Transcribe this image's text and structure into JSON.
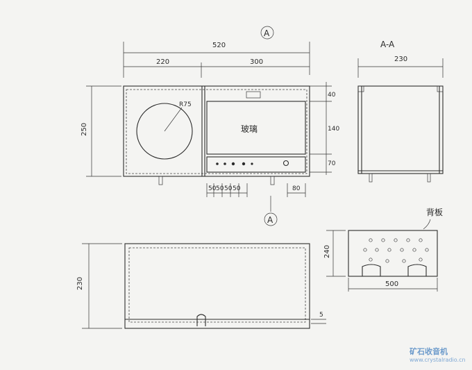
{
  "section_marker": "A",
  "section_title": "A-A",
  "front_view": {
    "overall_width": "520",
    "left_part_width": "220",
    "right_part_width": "300",
    "height": "250",
    "dial_radius": "R75",
    "glass_label": "玻璃",
    "right_heights": [
      "40",
      "140",
      "70"
    ],
    "bottom_dims": [
      "50",
      "50",
      "50",
      "50"
    ],
    "foot_offset": "80"
  },
  "side_view": {
    "depth": "230"
  },
  "top_view": {
    "depth": "230",
    "thickness": "5"
  },
  "back_panel": {
    "label": "背板",
    "height": "240",
    "width": "500"
  },
  "watermark": {
    "text": "矿石收音机",
    "url": "www.crystalradio.cn"
  }
}
